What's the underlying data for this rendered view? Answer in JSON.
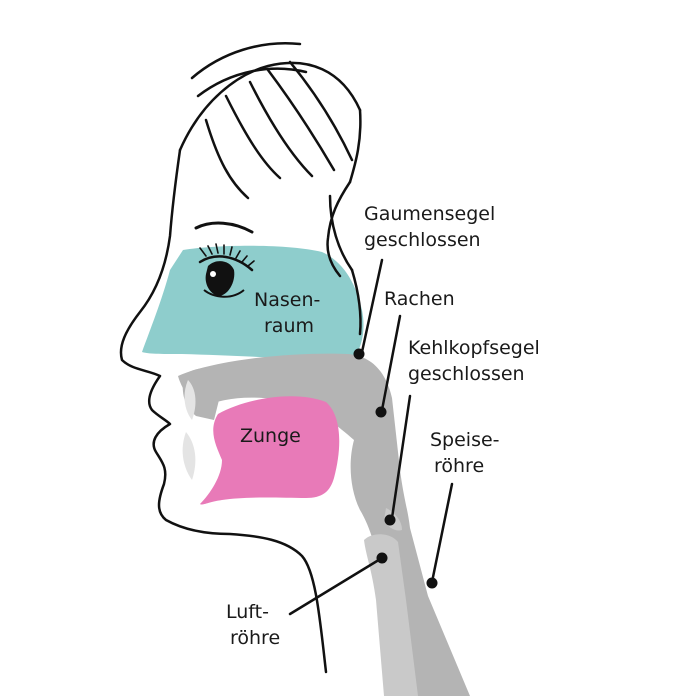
{
  "labels": {
    "nasenraum_1": "Nasen-",
    "nasenraum_2": "raum",
    "zunge": "Zunge",
    "gaumensegel_1": "Gaumensegel",
    "gaumensegel_2": "geschlossen",
    "rachen": "Rachen",
    "kehlkopfsegel_1": "Kehlkopfsegel",
    "kehlkopfsegel_2": "geschlossen",
    "speiseroehre_1": "Speise-",
    "speiseroehre_2": "röhre",
    "luftroehre_1": "Luft-",
    "luftroehre_2": "röhre"
  },
  "colors": {
    "outline": "#111111",
    "nasal_cavity": "#8ecdcc",
    "tongue": "#e87ab8",
    "airway_gray": "#b4b4b4",
    "trachea_light": "#c9c9c9",
    "teeth": "#e4e4e4"
  }
}
